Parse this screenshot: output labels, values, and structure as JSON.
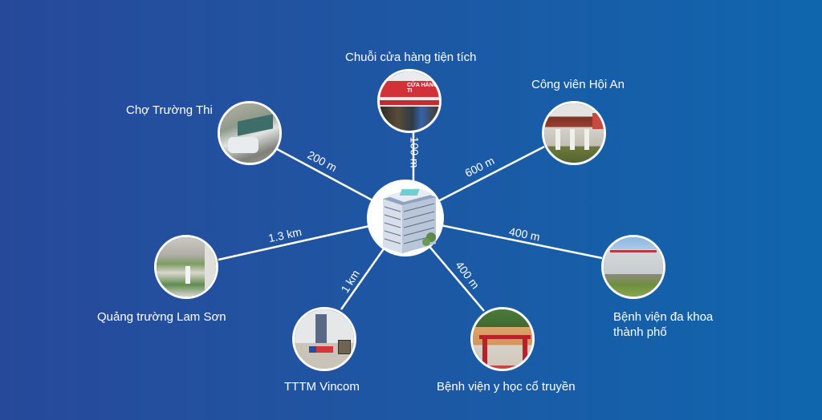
{
  "diagram": {
    "center": {
      "name": "Tòa nhà dự án",
      "image": "apartment-tower"
    },
    "colors": {
      "bg_left": "#27499a",
      "bg_right": "#0f66ad",
      "line": "#ffffff",
      "text": "#ffffff"
    },
    "nodes": [
      {
        "id": "cho-truong-thi",
        "label": "Chợ Trường Thi",
        "distance": "200 m"
      },
      {
        "id": "chuoi-cua-hang",
        "label": "Chuỗi cửa hàng tiện tích",
        "distance": "100 m"
      },
      {
        "id": "cong-vien-hoi-an",
        "label": "Công viên Hội An",
        "distance": "600 m"
      },
      {
        "id": "quang-truong-lam-son",
        "label": "Quảng trường Lam Sơn",
        "distance": "1.3 km"
      },
      {
        "id": "benh-vien-da-khoa",
        "label_line1": "Bệnh viện đa khoa",
        "label_line2": "thành phố",
        "distance": "400 m"
      },
      {
        "id": "tttm-vincom",
        "label": "TTTM Vincom",
        "distance": "1 km"
      },
      {
        "id": "benh-vien-yhct",
        "label": "Bệnh viện y học cổ truyền",
        "distance": "400 m"
      }
    ],
    "store_sign": "CỬA HÀNG TI"
  }
}
